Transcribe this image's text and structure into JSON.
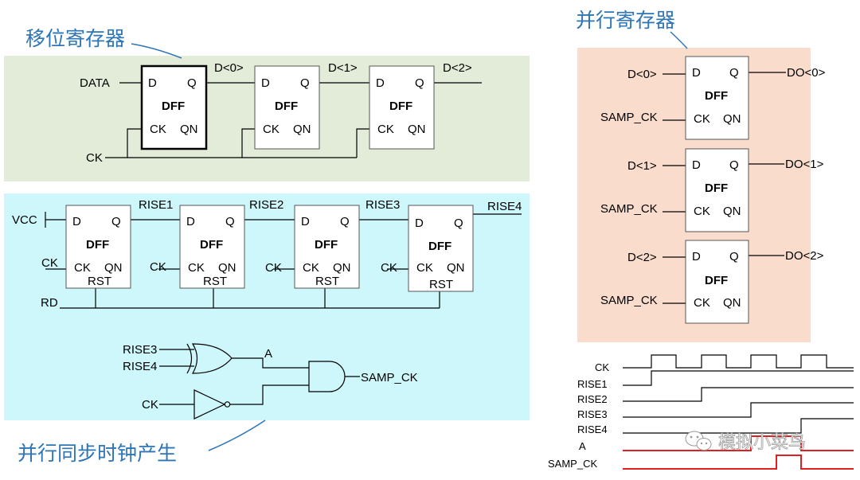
{
  "titles": {
    "shift_register": "移位寄存器",
    "parallel_register": "并行寄存器",
    "sync_clock": "并行同步时钟产生"
  },
  "dff": {
    "d": "D",
    "q": "Q",
    "name": "DFF",
    "ck": "CK",
    "qn": "QN",
    "rst": "RST"
  },
  "shift": {
    "data_in": "DATA",
    "clock": "CK",
    "outputs": [
      "D<0>",
      "D<1>",
      "D<2>"
    ]
  },
  "sync": {
    "vcc": "VCC",
    "ck_inputs": [
      "CK",
      "CK",
      "CK",
      "CK"
    ],
    "rises": [
      "RISE1",
      "RISE2",
      "RISE3",
      "RISE4"
    ],
    "reset": "RD",
    "xor_inputs": [
      "RISE3",
      "RISE4"
    ],
    "xor_out": "A",
    "gate_ck": "CK",
    "and_out": "SAMP_CK"
  },
  "parallel": {
    "inputs": [
      "D<0>",
      "D<1>",
      "D<2>"
    ],
    "clocks": [
      "SAMP_CK",
      "SAMP_CK",
      "SAMP_CK"
    ],
    "outputs": [
      "DO<0>",
      "DO<1>",
      "DO<2>"
    ]
  },
  "timing": {
    "signals": [
      "CK",
      "RISE1",
      "RISE2",
      "RISE3",
      "RISE4",
      "A",
      "SAMP_CK"
    ],
    "highlight_color": "#e02020"
  },
  "colors": {
    "shift_bg": "#e3ecd9",
    "sync_bg": "#cdf7fb",
    "parallel_bg": "#f9dccb",
    "title": "#2e75b6"
  },
  "watermark": "模拟小菜鸟"
}
